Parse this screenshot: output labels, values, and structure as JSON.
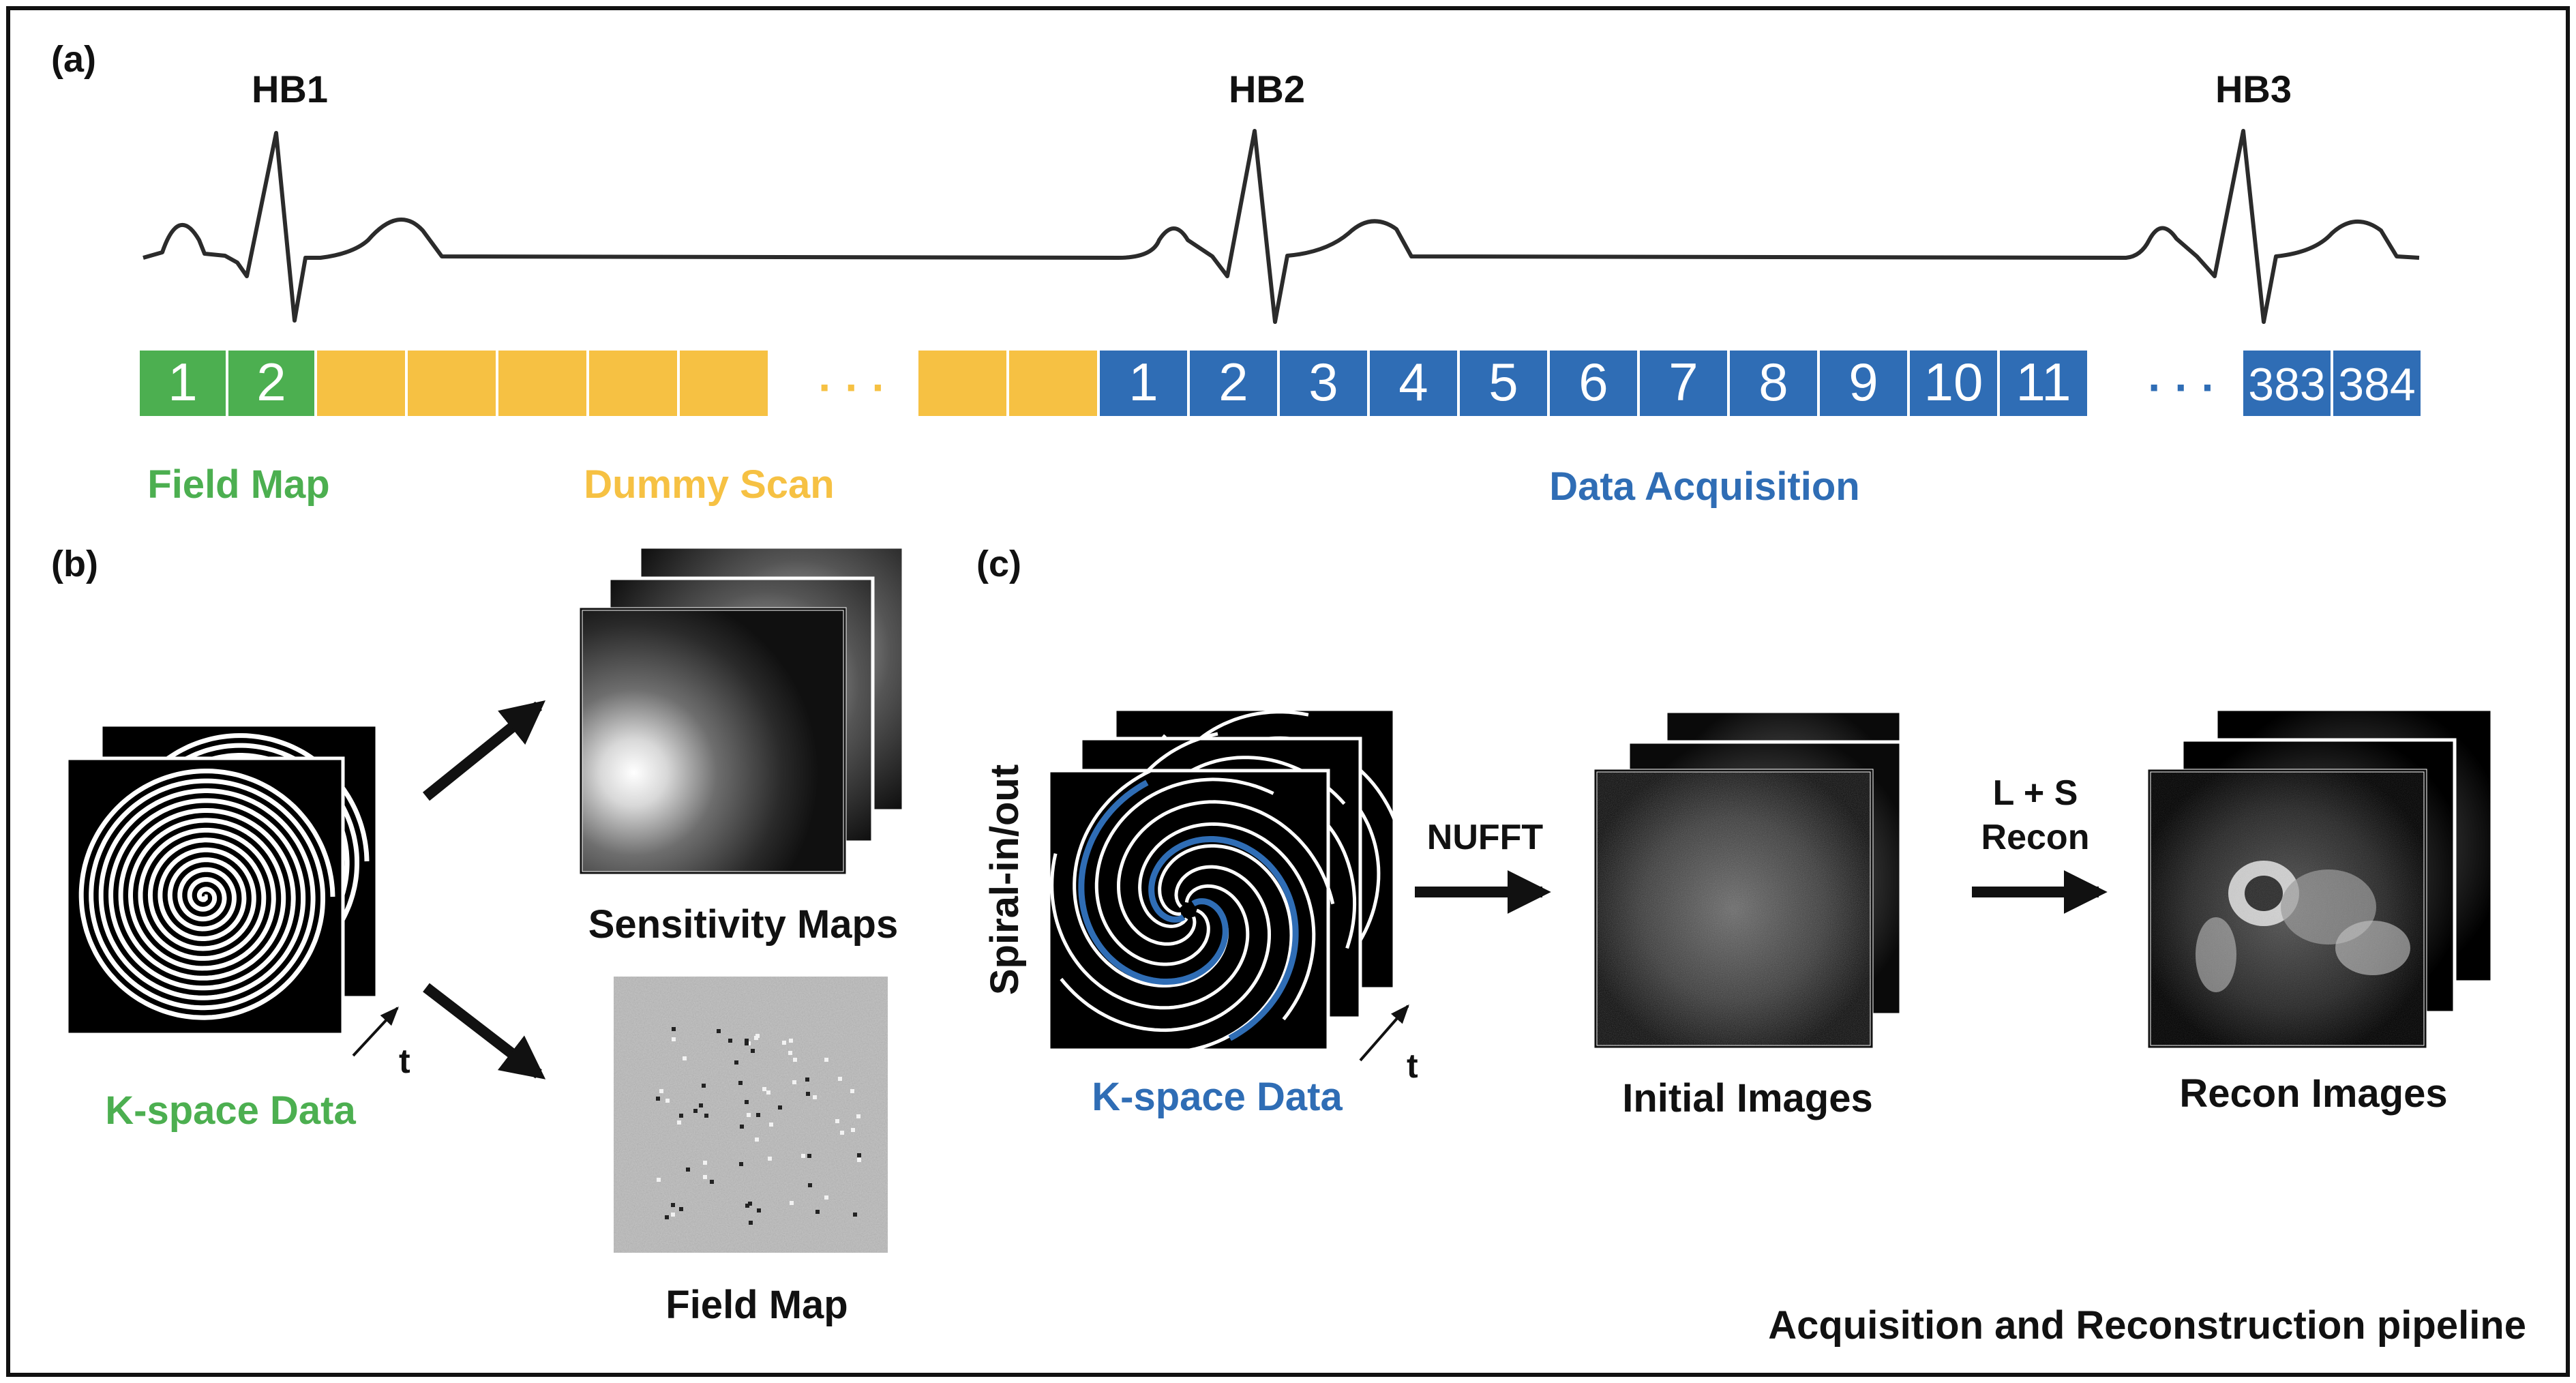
{
  "panels": {
    "a": {
      "label": "(a)"
    },
    "b": {
      "label": "(b)"
    },
    "c": {
      "label": "(c)"
    }
  },
  "heartbeats": [
    "HB1",
    "HB2",
    "HB3"
  ],
  "timeline": {
    "field_map": {
      "cells": [
        "1",
        "2"
      ],
      "color": "#4caf50",
      "label": "Field Map"
    },
    "dummy_scan": {
      "color": "#f6c143",
      "label": "Dummy Scan",
      "ellipsis": "· · ·"
    },
    "data_acquisition": {
      "cells": [
        "1",
        "2",
        "3",
        "4",
        "5",
        "6",
        "7",
        "8",
        "9",
        "10",
        "11",
        "383",
        "384"
      ],
      "color": "#2f6db5",
      "label": "Data Acquisition",
      "ellipsis": "· · ·"
    }
  },
  "panel_b": {
    "kspace_label": "K-space Data",
    "time_label": "t",
    "sensitivity_label": "Sensitivity Maps",
    "fieldmap_label": "Field Map"
  },
  "panel_c": {
    "axis_label": "Spiral-in/out",
    "time_label": "t",
    "kspace_label": "K-space Data",
    "nufft_label": "NUFFT",
    "initial_label": "Initial Images",
    "recon_step": {
      "line1": "L + S",
      "line2": "Recon"
    },
    "recon_label": "Recon Images"
  },
  "caption": "Acquisition and Reconstruction pipeline",
  "colors": {
    "green": "#4caf50",
    "yellow": "#f6c143",
    "blue": "#2f6db5",
    "dark": "#111111"
  }
}
